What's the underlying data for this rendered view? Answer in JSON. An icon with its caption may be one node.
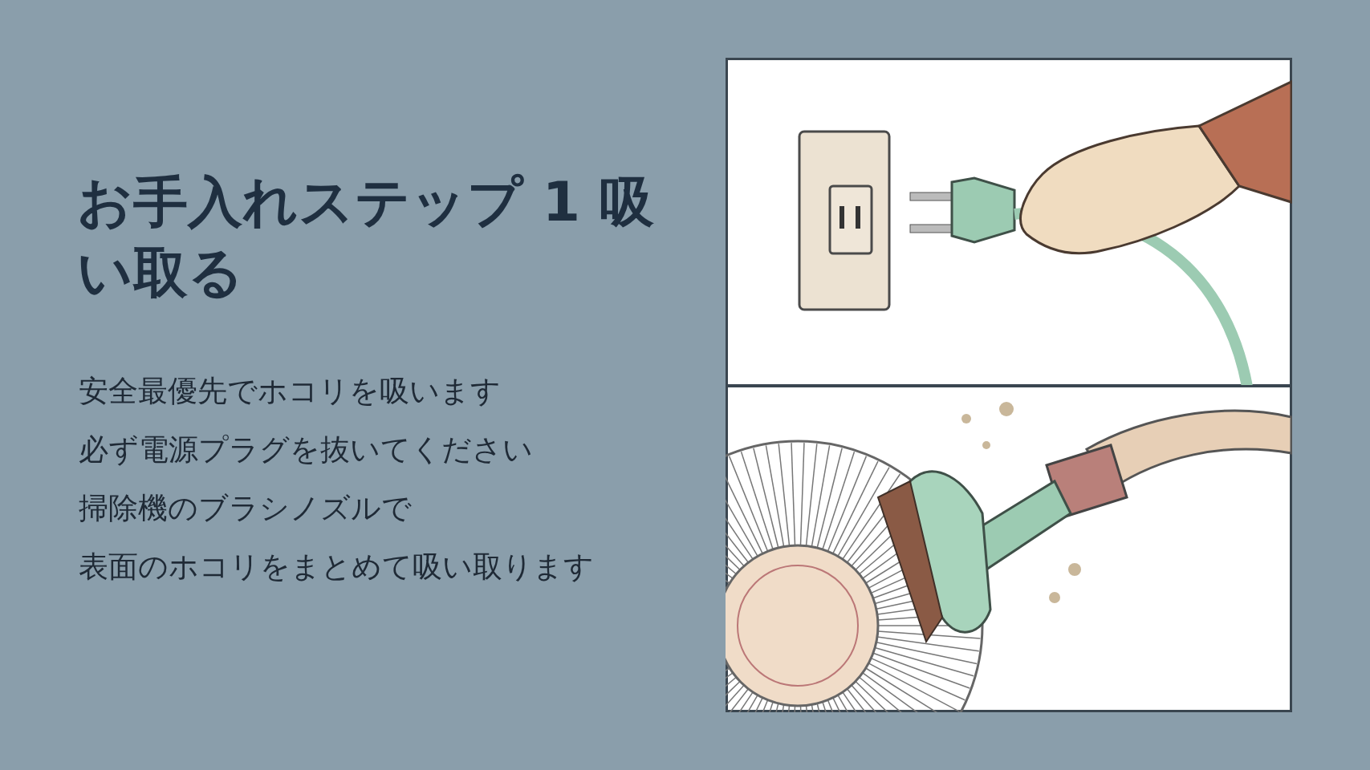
{
  "diagram": {
    "title": "お手入れステップ 1 吸い取る",
    "labels": [
      "安全最優先でホコリを吸います",
      "必ず電源プラグを抜いてください",
      "掃除機のブラシノズルで",
      "表面のホコリをまとめて吸い取ります"
    ]
  }
}
